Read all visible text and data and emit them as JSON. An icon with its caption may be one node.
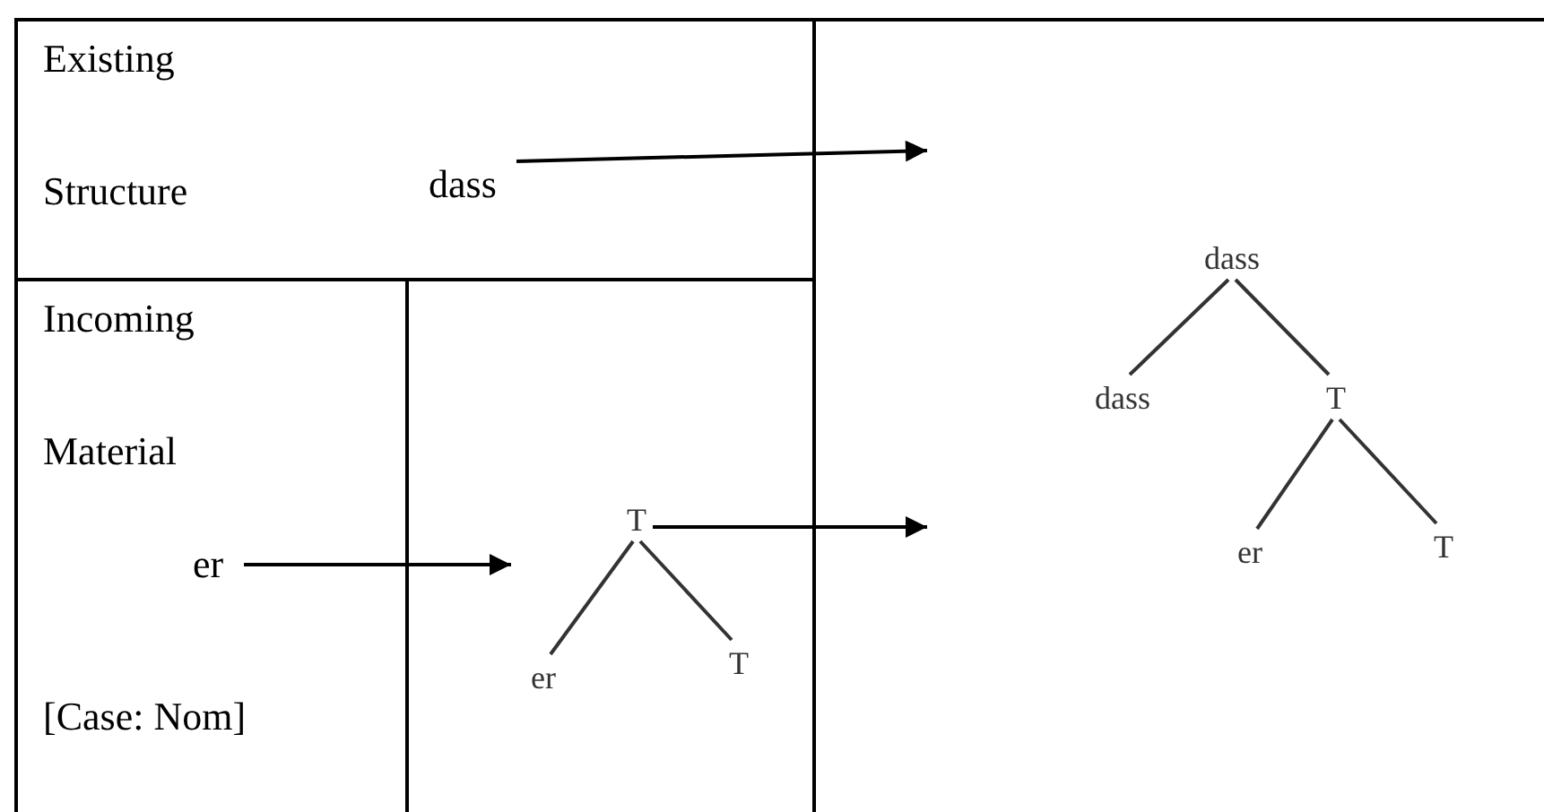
{
  "diagram": {
    "nodes": [
      {
        "text": [
          "Existing Structure"
        ]
      },
      {
        "text": [
          "dass"
        ],
        "in": 0
      },
      {
        "text": [
          "Incoming Material",
          "[Case: Nom]"
        ]
      },
      {
        "text": [
          "er"
        ],
        "in": 2
      },
      {
        "text": [],
        "shape": "box"
      },
      {
        "text": [
          "T"
        ],
        "in": 4
      },
      {
        "text": [
          "er"
        ],
        "in": 4
      },
      {
        "text": [
          "T"
        ],
        "in": 4
      },
      {
        "text": [],
        "shape": "box"
      },
      {
        "text": [
          "dass"
        ],
        "in": 8
      },
      {
        "text": [
          "dass"
        ],
        "in": 8
      },
      {
        "text": [
          "T"
        ],
        "in": 8
      },
      {
        "text": [
          "er"
        ],
        "in": 8
      },
      {
        "text": [
          "T"
        ],
        "in": 8
      }
    ],
    "edges": [
      {
        "from": 1,
        "to": null,
        "arrow": "to"
      },
      {
        "from": 3,
        "to": null,
        "arrow": "to"
      },
      {
        "from": 5,
        "to": 6,
        "arrow": "none"
      },
      {
        "from": 5,
        "to": 7,
        "arrow": "none"
      },
      {
        "from": 5,
        "to": null,
        "arrow": "to"
      },
      {
        "from": 9,
        "to": 10,
        "arrow": "none"
      },
      {
        "from": 9,
        "to": 11,
        "arrow": "none"
      },
      {
        "from": 11,
        "to": 12,
        "arrow": "none"
      },
      {
        "from": 11,
        "to": 13,
        "arrow": "none"
      }
    ]
  }
}
